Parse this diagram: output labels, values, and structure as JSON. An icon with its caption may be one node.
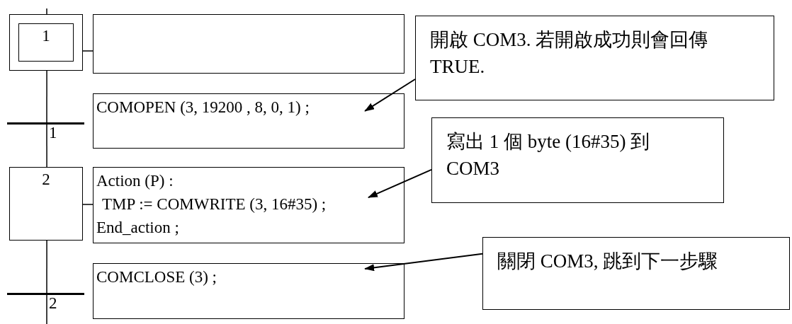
{
  "diagram": {
    "nodes": [
      {
        "text": [
          "1"
        ]
      },
      {
        "text": [],
        "shape": "box"
      },
      {
        "text": [
          "COMOPEN (3, 19200 , 8, 0, 1) ;"
        ]
      },
      {
        "text": [],
        "shape": "bar",
        "beside": [
          "1"
        ]
      },
      {
        "text": [
          "2"
        ]
      },
      {
        "text": [
          "Action (P) :",
          "TMP := COMWRITE (3, 16#35) ;",
          "End_action ;"
        ]
      },
      {
        "text": [
          "COMCLOSE (3) ;"
        ]
      },
      {
        "text": [],
        "shape": "bar",
        "beside": [
          "2"
        ]
      },
      {
        "text": [
          "開啟 COM3. 若開啟成功則會回傳 TRUE."
        ]
      },
      {
        "text": [
          "寫出 1 個 byte (16#35) 到 COM3"
        ]
      },
      {
        "text": [
          "關閉 COM3, 跳到下一步驟"
        ]
      }
    ],
    "edges": [
      {
        "from": null,
        "to": 0,
        "arrow": "none"
      },
      {
        "from": 0,
        "to": 1,
        "arrow": "none"
      },
      {
        "from": 0,
        "to": 3,
        "arrow": "none"
      },
      {
        "from": 3,
        "to": 4,
        "arrow": "none"
      },
      {
        "from": 4,
        "to": 5,
        "arrow": "none"
      },
      {
        "from": 4,
        "to": 7,
        "arrow": "none"
      },
      {
        "from": 7,
        "to": null,
        "arrow": "none"
      },
      {
        "from": 8,
        "to": 2,
        "arrow": "to"
      },
      {
        "from": 9,
        "to": 5,
        "arrow": "to"
      },
      {
        "from": 10,
        "to": 6,
        "arrow": "to"
      }
    ]
  }
}
